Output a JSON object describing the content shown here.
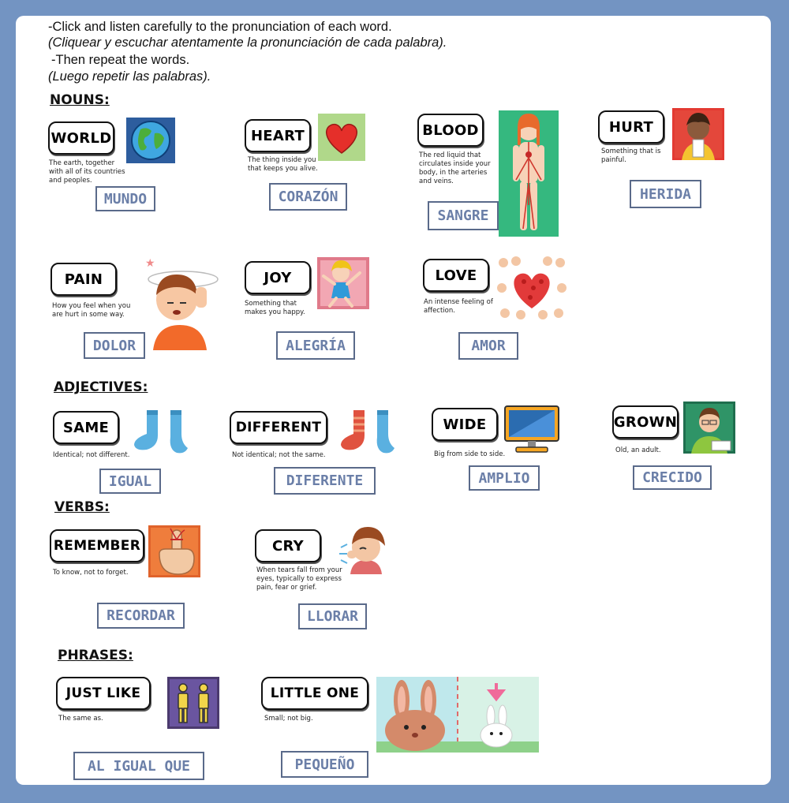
{
  "instructions": {
    "line1": "-Click and listen carefully to the pronunciation of each word.",
    "line2": "(Cliquear y escuchar atentamente la pronunciación de cada palabra).",
    "line3": "-Then repeat the words.",
    "line4": "(Luego repetir las palabras)."
  },
  "sections": {
    "nouns": "NOUNS:",
    "adjectives": "ADJECTIVES:",
    "verbs": "VERBS:",
    "phrases": "PHRASES:"
  },
  "cards": {
    "world": {
      "word": "WORLD",
      "definition": "The earth, together with all of its countries and peoples.",
      "answer": "MUNDO",
      "icon": "globe-icon"
    },
    "heart": {
      "word": "HEART",
      "definition": "The thing inside you that keeps you alive.",
      "answer": "CORAZÓN",
      "icon": "heart-icon"
    },
    "blood": {
      "word": "BLOOD",
      "definition": "The red liquid that circulates inside your body, in the arteries and veins.",
      "answer": "SANGRE",
      "icon": "circulatory-system-icon"
    },
    "hurt": {
      "word": "HURT",
      "definition": "Something that is painful.",
      "answer": "HERIDA",
      "icon": "hurt-person-icon"
    },
    "pain": {
      "word": "PAIN",
      "definition": "How you feel when you are hurt in some way.",
      "answer": "DOLOR",
      "icon": "dizzy-boy-icon"
    },
    "joy": {
      "word": "JOY",
      "definition": "Something that makes you happy.",
      "answer": "ALEGRÍA",
      "icon": "happy-girl-icon"
    },
    "love": {
      "word": "LOVE",
      "definition": "An intense feeling of affection.",
      "answer": "AMOR",
      "icon": "heart-of-faces-icon"
    },
    "same": {
      "word": "SAME",
      "definition": "Identical; not different.",
      "answer": "IGUAL",
      "icon": "matching-socks-icon"
    },
    "different": {
      "word": "DIFFERENT",
      "definition": "Not identical; not the same.",
      "answer": "DIFERENTE",
      "icon": "mismatched-socks-icon"
    },
    "wide": {
      "word": "WIDE",
      "definition": "Big from side to side.",
      "answer": "AMPLIO",
      "icon": "wide-monitor-icon"
    },
    "grown": {
      "word": "GROWN",
      "definition": "Old, an adult.",
      "answer": "CRECIDO",
      "icon": "adult-man-icon"
    },
    "remember": {
      "word": "REMEMBER",
      "definition": "To know, not to forget.",
      "answer": "RECORDAR",
      "icon": "string-on-finger-icon"
    },
    "cry": {
      "word": "CRY",
      "definition": "When tears fall from your eyes, typically to express pain, fear or grief.",
      "answer": "LLORAR",
      "icon": "crying-child-icon"
    },
    "justlike": {
      "word": "JUST LIKE",
      "definition": "The same as.",
      "answer": "AL IGUAL QUE",
      "icon": "twin-figures-icon"
    },
    "littleone": {
      "word": "LITTLE ONE",
      "definition": "Small; not big.",
      "answer": "PEQUEÑO",
      "icon": "big-and-little-bunny-icon"
    }
  },
  "colors": {
    "frame": "#7394c2",
    "answer_text": "#6b7fa8",
    "answer_border": "#5a6a8a"
  }
}
